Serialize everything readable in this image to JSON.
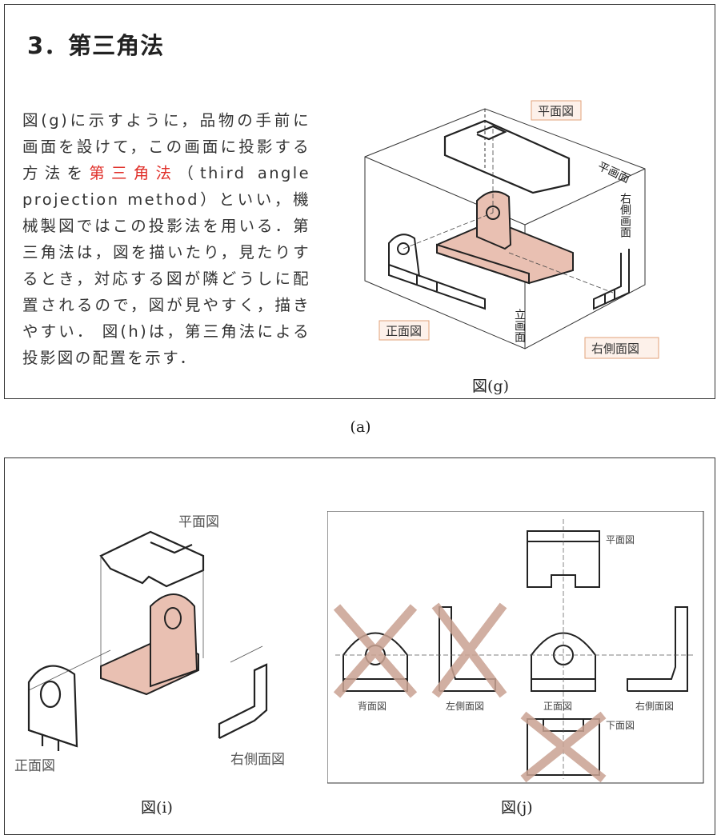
{
  "section": {
    "title": "3．第三角法",
    "text_before": "図(g)に示すように，品物の手前に画面を設けて，この画面に投影する方法を",
    "highlight": "第三角法",
    "text_after": "（third angle projection method）といい，機械製図ではこの投影法を用いる．第三角法は，図を描いたり，見たりするとき，対応する図が隣どうしに配置されるので，図が見やすく，描きやすい． 図(h)は，第三角法による投影図の配置を示す．"
  },
  "figure_g": {
    "label_top": "平面図",
    "label_front": "正面図",
    "label_right": "右側面図",
    "plane_top": "平画面",
    "plane_right": "右側画面",
    "plane_front": "立画面",
    "caption": "図(g)"
  },
  "panel_a_caption": "(a)",
  "figure_i": {
    "label_top": "平面図",
    "label_front": "正面図",
    "label_right": "右側面図",
    "caption": "図(i)"
  },
  "figure_j": {
    "top": "平面図",
    "back": "背面図",
    "left": "左側面図",
    "front": "正面図",
    "right": "右側面図",
    "bottom": "下面図",
    "caption": "図(j)"
  },
  "colors": {
    "highlight": "#e0302a",
    "part_fill": "#e9c0b2",
    "cross": "#c9a292",
    "tag_border": "#e2a27a"
  }
}
